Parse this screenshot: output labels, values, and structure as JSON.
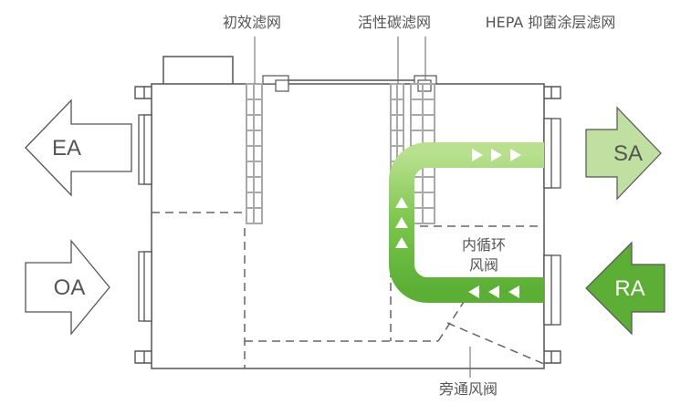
{
  "labels": {
    "primary_filter": "初效滤网",
    "carbon_filter": "活性碳滤网",
    "hepa_filter": "HEPA 抑菌涂层滤网",
    "internal_damper_line1": "内循环",
    "internal_damper_line2": "风阀",
    "bypass_damper": "旁通风阀"
  },
  "ports": {
    "ea": "EA",
    "oa": "OA",
    "sa": "SA",
    "ra": "RA"
  },
  "colors": {
    "sa_fill": "#bfe0a0",
    "ra_fill": "#5caf34",
    "flow_green": "#77c44a",
    "outline": "#555555",
    "filter_gray": "#a9a9a9"
  }
}
